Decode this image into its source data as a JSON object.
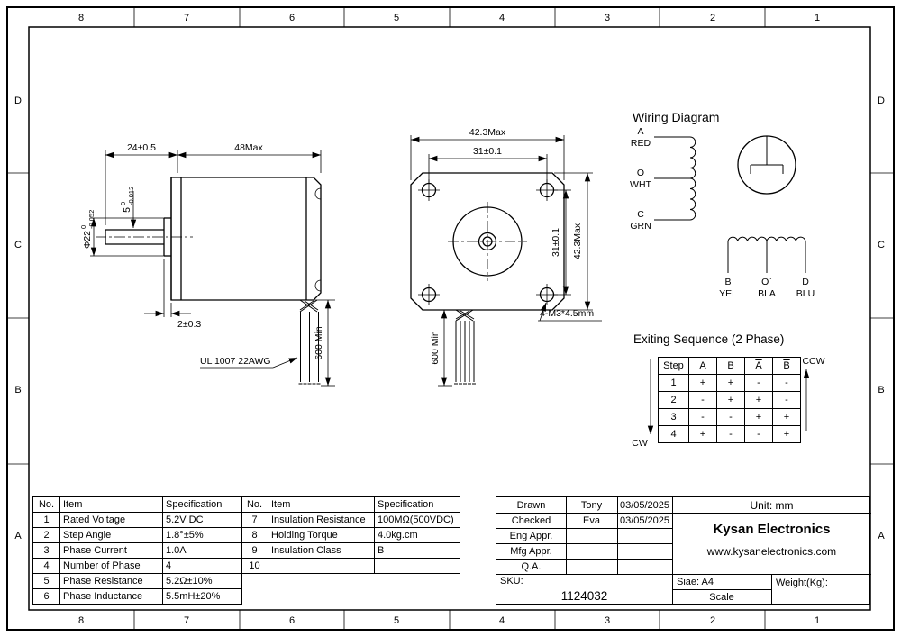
{
  "grid": {
    "cols": [
      "8",
      "7",
      "6",
      "5",
      "4",
      "3",
      "2",
      "1"
    ],
    "rows": [
      "D",
      "C",
      "B",
      "A"
    ]
  },
  "side_view": {
    "dim_shaft_len": "24±0.5",
    "dim_body_len": "48Max",
    "dim_shaft_d": "5",
    "dim_shaft_tol_hi": "0",
    "dim_shaft_tol_lo": "-0.012",
    "dim_boss_d": "Φ22",
    "dim_boss_tol_hi": "0",
    "dim_boss_tol_lo": "-0.052",
    "dim_boss_len": "2±0.3",
    "wire_spec": "UL 1007 22AWG",
    "dim_wire_len": "600 Min"
  },
  "front_view": {
    "dim_width": "42.3Max",
    "dim_hole_span_h": "31±0.1",
    "dim_hole_span_v": "31±0.1",
    "dim_height": "42.3Max",
    "dim_wire_len": "600 Min",
    "screw_note": "4-M3*4.5mm"
  },
  "wiring": {
    "title": "Wiring Diagram",
    "t_a": "A",
    "t_a_color": "RED",
    "t_o": "O",
    "t_o_color": "WHT",
    "t_c": "C",
    "t_c_color": "GRN",
    "t_b": "B",
    "t_b_color": "YEL",
    "t_o2": "O`",
    "t_o2_color": "BLA",
    "t_d": "D",
    "t_d_color": "BLU"
  },
  "sequence": {
    "title": "Exiting Sequence (2 Phase)",
    "headers": [
      "Step",
      "A",
      "B",
      "A",
      "B"
    ],
    "rows": [
      [
        "1",
        "+",
        "+",
        "-",
        "-"
      ],
      [
        "2",
        "-",
        "+",
        "+",
        "-"
      ],
      [
        "3",
        "-",
        "-",
        "+",
        "+"
      ],
      [
        "4",
        "+",
        "-",
        "-",
        "+"
      ]
    ],
    "ccw": "CCW",
    "cw": "CW"
  },
  "spec_left": {
    "headers": [
      "No.",
      "Item",
      "Specification"
    ],
    "rows": [
      [
        "1",
        "Rated Voltage",
        "5.2V DC"
      ],
      [
        "2",
        "Step Angle",
        "1.8°±5%"
      ],
      [
        "3",
        "Phase Current",
        "1.0A"
      ],
      [
        "4",
        "Number of Phase",
        "4"
      ],
      [
        "5",
        "Phase Resistance",
        "5.2Ω±10%"
      ],
      [
        "6",
        "Phase Inductance",
        "5.5mH±20%"
      ]
    ]
  },
  "spec_right": {
    "headers": [
      "No.",
      "Item",
      "Specification"
    ],
    "rows": [
      [
        "7",
        "Insulation Resistance",
        "100MΩ(500VDC)"
      ],
      [
        "8",
        "Holding Torque",
        "4.0kg.cm"
      ],
      [
        "9",
        "Insulation Class",
        "B"
      ],
      [
        "10",
        "",
        ""
      ]
    ]
  },
  "title_block": {
    "approvals": [
      {
        "label": "Drawn",
        "name": "Tony",
        "date": "03/05/2025"
      },
      {
        "label": "Checked",
        "name": "Eva",
        "date": "03/05/2025"
      },
      {
        "label": "Eng Appr.",
        "name": "",
        "date": ""
      },
      {
        "label": "Mfg Appr.",
        "name": "",
        "date": ""
      },
      {
        "label": "Q.A.",
        "name": "",
        "date": ""
      }
    ],
    "unit": "Unit: mm",
    "company": "Kysan Electronics",
    "website": "www.kysanelectronics.com",
    "sku_label": "SKU:",
    "sku_value": "1124032",
    "size_label": "Siae: A4",
    "scale_label": "Scale",
    "weight_label": "Weight(Kg):"
  }
}
